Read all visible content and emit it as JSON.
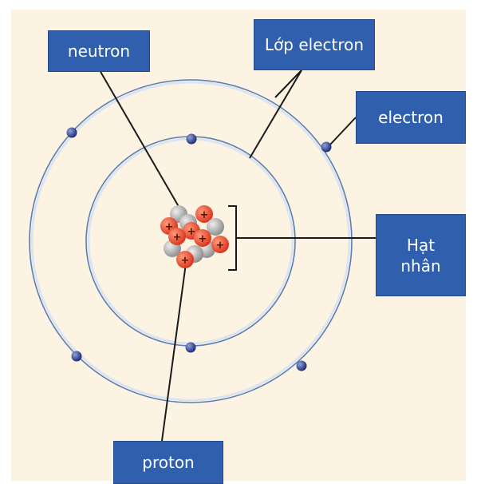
{
  "labels": {
    "neutron": "neutron",
    "electron_shell": "Lớp electron",
    "electron": "electron",
    "nucleus_line1": "Hạt",
    "nucleus_line2": "nhân",
    "proton": "proton"
  },
  "colors": {
    "background": "#fcf3e3",
    "label_fill": "#2f5fad",
    "label_text": "#ffffff",
    "orbit": "#5b7fb0",
    "electron": "#2d3f8f",
    "proton": "#e84a2e",
    "neutron": "#b9b9b9",
    "leader_line": "#1a1a1a"
  },
  "diagram": {
    "orbit_count": 2,
    "electrons_on_inner_orbit": 2,
    "electrons_on_outer_orbit": 4,
    "proton_symbol": "+"
  }
}
